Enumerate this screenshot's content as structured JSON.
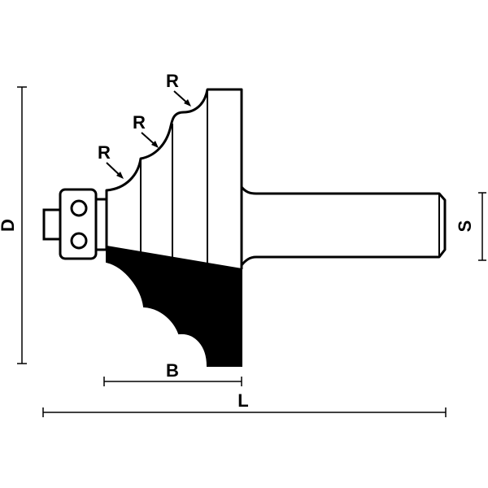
{
  "diagram": {
    "labels": {
      "radius_1": "R",
      "radius_2": "R",
      "radius_3": "R",
      "overall_diameter": "D",
      "shank_diameter": "S",
      "cutting_depth": "B",
      "overall_length": "L"
    },
    "colors": {
      "line": "#000000",
      "fill": "#000000",
      "background": "#ffffff"
    }
  }
}
